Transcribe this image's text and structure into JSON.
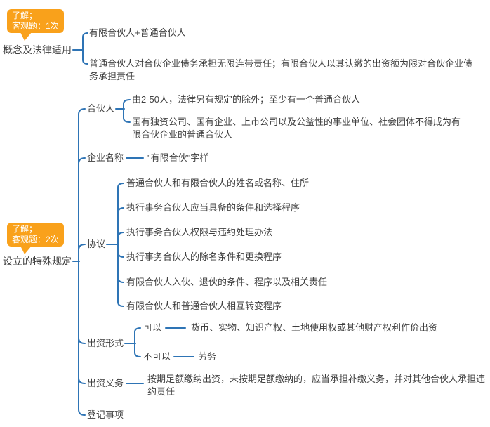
{
  "colors": {
    "badge_bg": "#F9A11B",
    "badge_text": "#FFFFFF",
    "line": "#2E74B5",
    "text": "#3F3F3F"
  },
  "sections": [
    {
      "badge": {
        "line1": "了解；",
        "line2": "客观题：1次"
      },
      "root": "概念及法律适用",
      "children": [
        "有限合伙人+普通合伙人",
        "普通合伙人对合伙企业债务承担无限连带责任；有限合伙人以其认缴的出资额为限对合伙企业债务承担责任"
      ]
    },
    {
      "badge": {
        "line1": "了解；",
        "line2": "客观题：2次"
      },
      "root": "设立的特殊规定",
      "branches": {
        "partners": {
          "label": "合伙人",
          "items": [
            "由2-50人，法律另有规定的除外；至少有一个普通合伙人",
            "国有独资公司、国有企业、上市公司以及公益性的事业单位、社会团体不得成为有限合伙企业的普通合伙人"
          ]
        },
        "name": {
          "label": "企业名称",
          "value": "\"有限合伙\"字样"
        },
        "agreement": {
          "label": "协议",
          "items": [
            "普通合伙人和有限合伙人的姓名或名称、住所",
            "执行事务合伙人应当具备的条件和选择程序",
            "执行事务合伙人权限与违约处理办法",
            "执行事务合伙人的除名条件和更换程序",
            "有限合伙人入伙、退伙的条件、程序以及相关责任",
            "有限合伙人和普通合伙人相互转变程序"
          ]
        },
        "form": {
          "label": "出资形式",
          "allowed_label": "可以",
          "allowed_value": "货币、实物、知识产权、土地使用权或其他财产权利作价出资",
          "not_allowed_label": "不可以",
          "not_allowed_value": "劳务"
        },
        "duty": {
          "label": "出资义务",
          "value": "按期足额缴纳出资，未按期足额缴纳的，应当承担补缴义务，并对其他合伙人承担违约责任"
        },
        "registration": {
          "label": "登记事项"
        }
      }
    }
  ]
}
